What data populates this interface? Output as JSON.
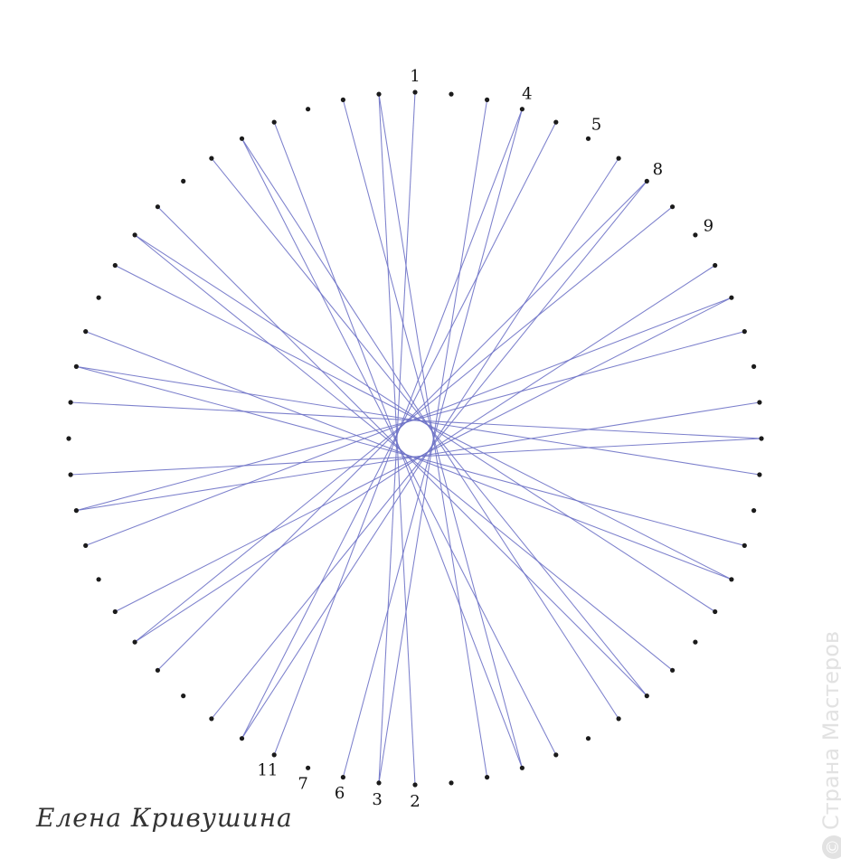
{
  "diagram": {
    "point_count": 60,
    "numbered_points": [
      {
        "label": "1",
        "index": 0
      },
      {
        "label": "4",
        "index": 3
      },
      {
        "label": "5",
        "index": 5
      },
      {
        "label": "8",
        "index": 7
      },
      {
        "label": "9",
        "index": 9
      },
      {
        "label": "2",
        "index": 30
      },
      {
        "label": "3",
        "index": 31
      },
      {
        "label": "6",
        "index": 32
      },
      {
        "label": "7",
        "index": 33
      },
      {
        "label": "11",
        "index": 34
      }
    ],
    "thread_color": "#6e72c6",
    "dot_color": "#1b1b1b",
    "pattern_note_hidden": ""
  },
  "signature": "Елена Кривушина",
  "watermark": {
    "copyright_symbol": "©",
    "text": "Страна Мастеров"
  }
}
